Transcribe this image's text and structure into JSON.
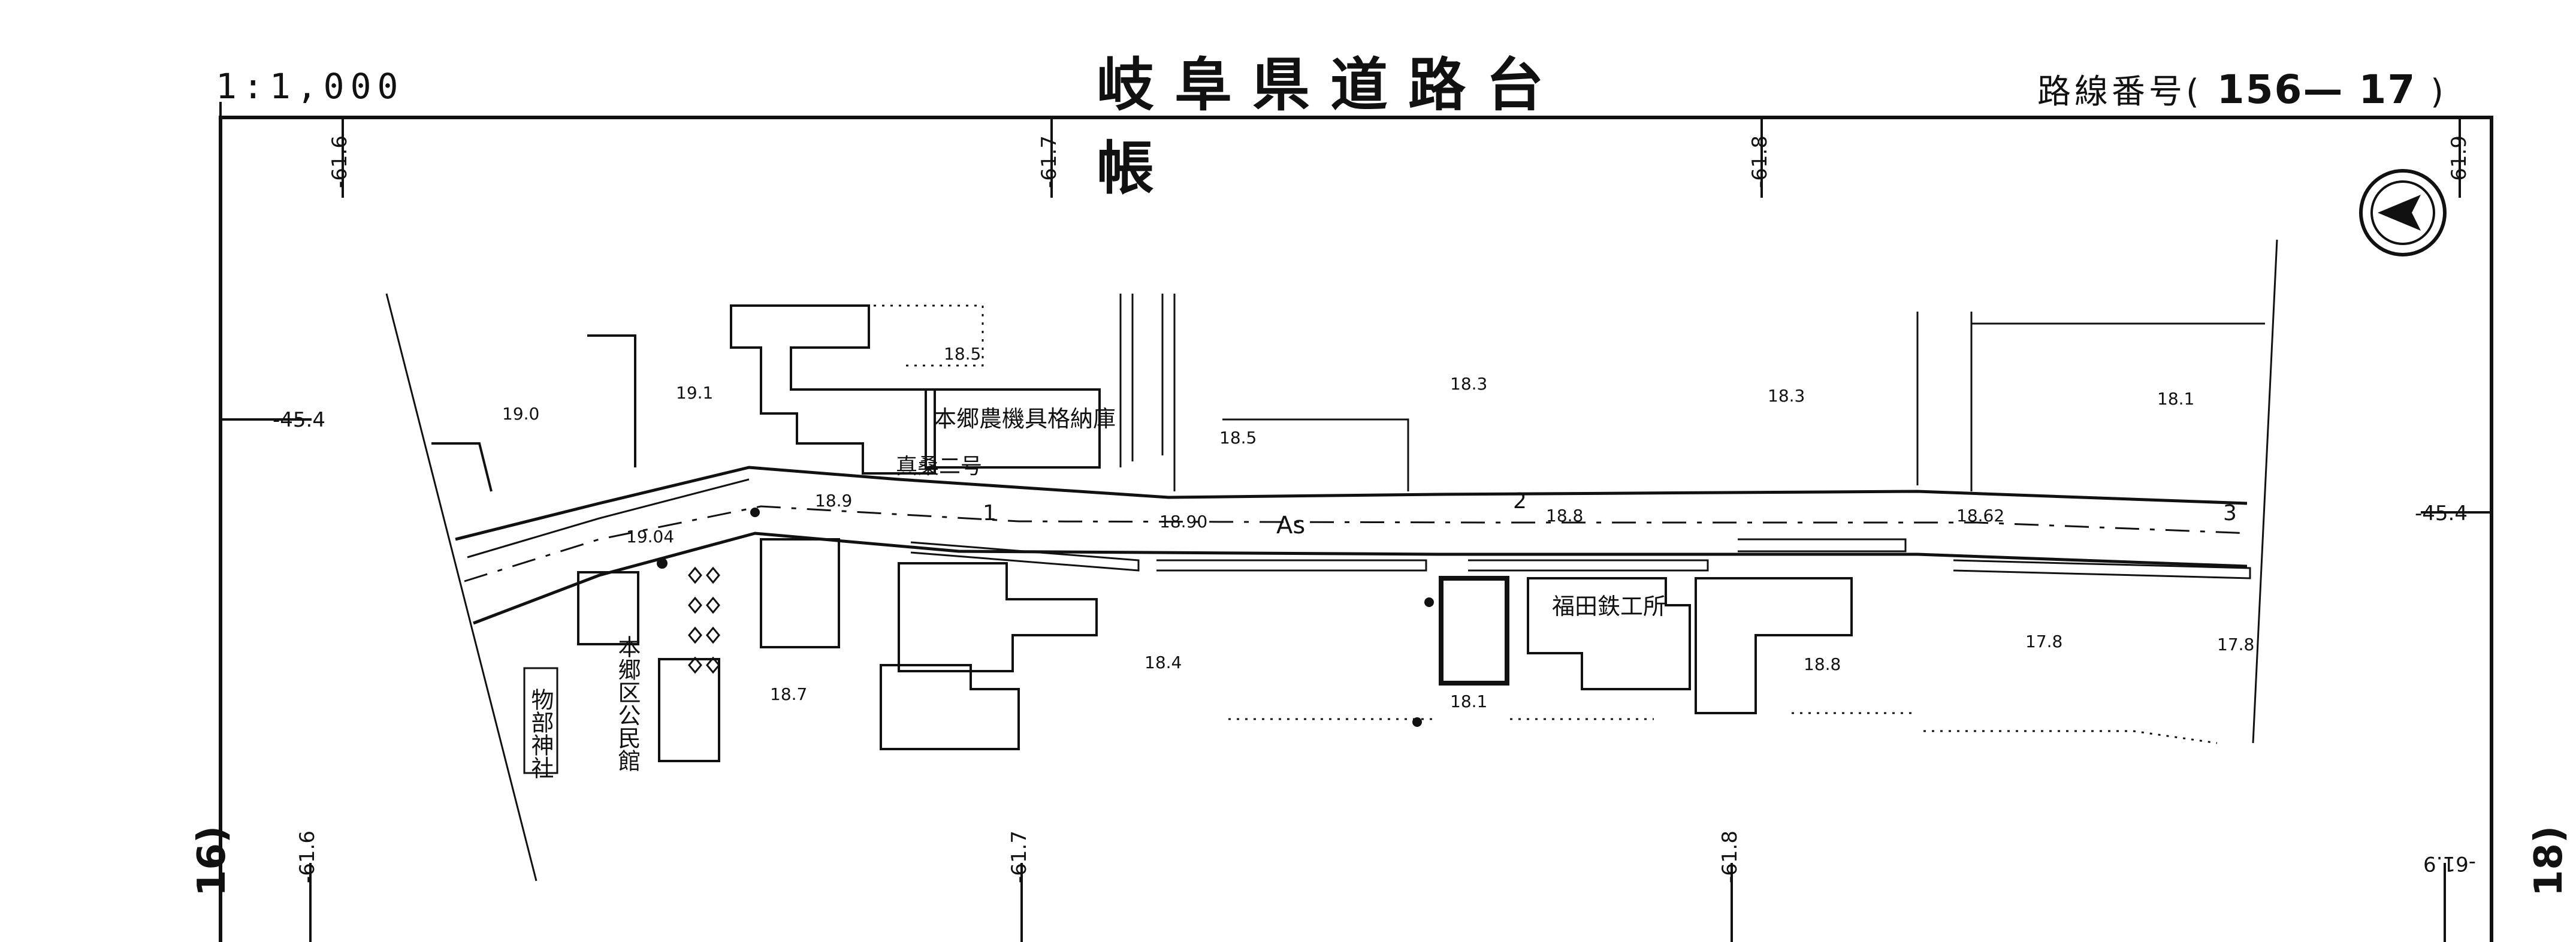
{
  "header": {
    "title": "岐阜県道路台帳",
    "scale": "1:1,000",
    "route_label": "路線番号(",
    "route_number": "156— 17",
    "route_close": ")"
  },
  "adjacent_sheets": {
    "left": "16)",
    "right": "18)"
  },
  "grid": {
    "x_top": [
      "-61.6",
      "-61.7",
      "-61.8",
      "-61.9"
    ],
    "x_bottom": [
      "-61.6",
      "-61.7",
      "-61.8",
      "-61.9"
    ],
    "y_left": "-45.4",
    "y_right": "-45.4"
  },
  "buildings": {
    "warehouse": "本郷農機具格納庫",
    "ironworks": "福田鉄工所",
    "shrine": "物部神社",
    "hall": "本郷区公民館",
    "place": "真桑二号"
  },
  "road": {
    "surface": "As",
    "stations": [
      "1",
      "2",
      "3"
    ]
  },
  "elevations": [
    "19.0",
    "19.1",
    "18.5",
    "18.3",
    "18.3",
    "18.1",
    "18.5",
    "18.9",
    "19.04",
    "18.90",
    "18.8",
    "18.62",
    "18.7",
    "18.4",
    "18.1",
    "17.8",
    "18.8",
    "17.8"
  ],
  "north_arrow": "north-arrow"
}
